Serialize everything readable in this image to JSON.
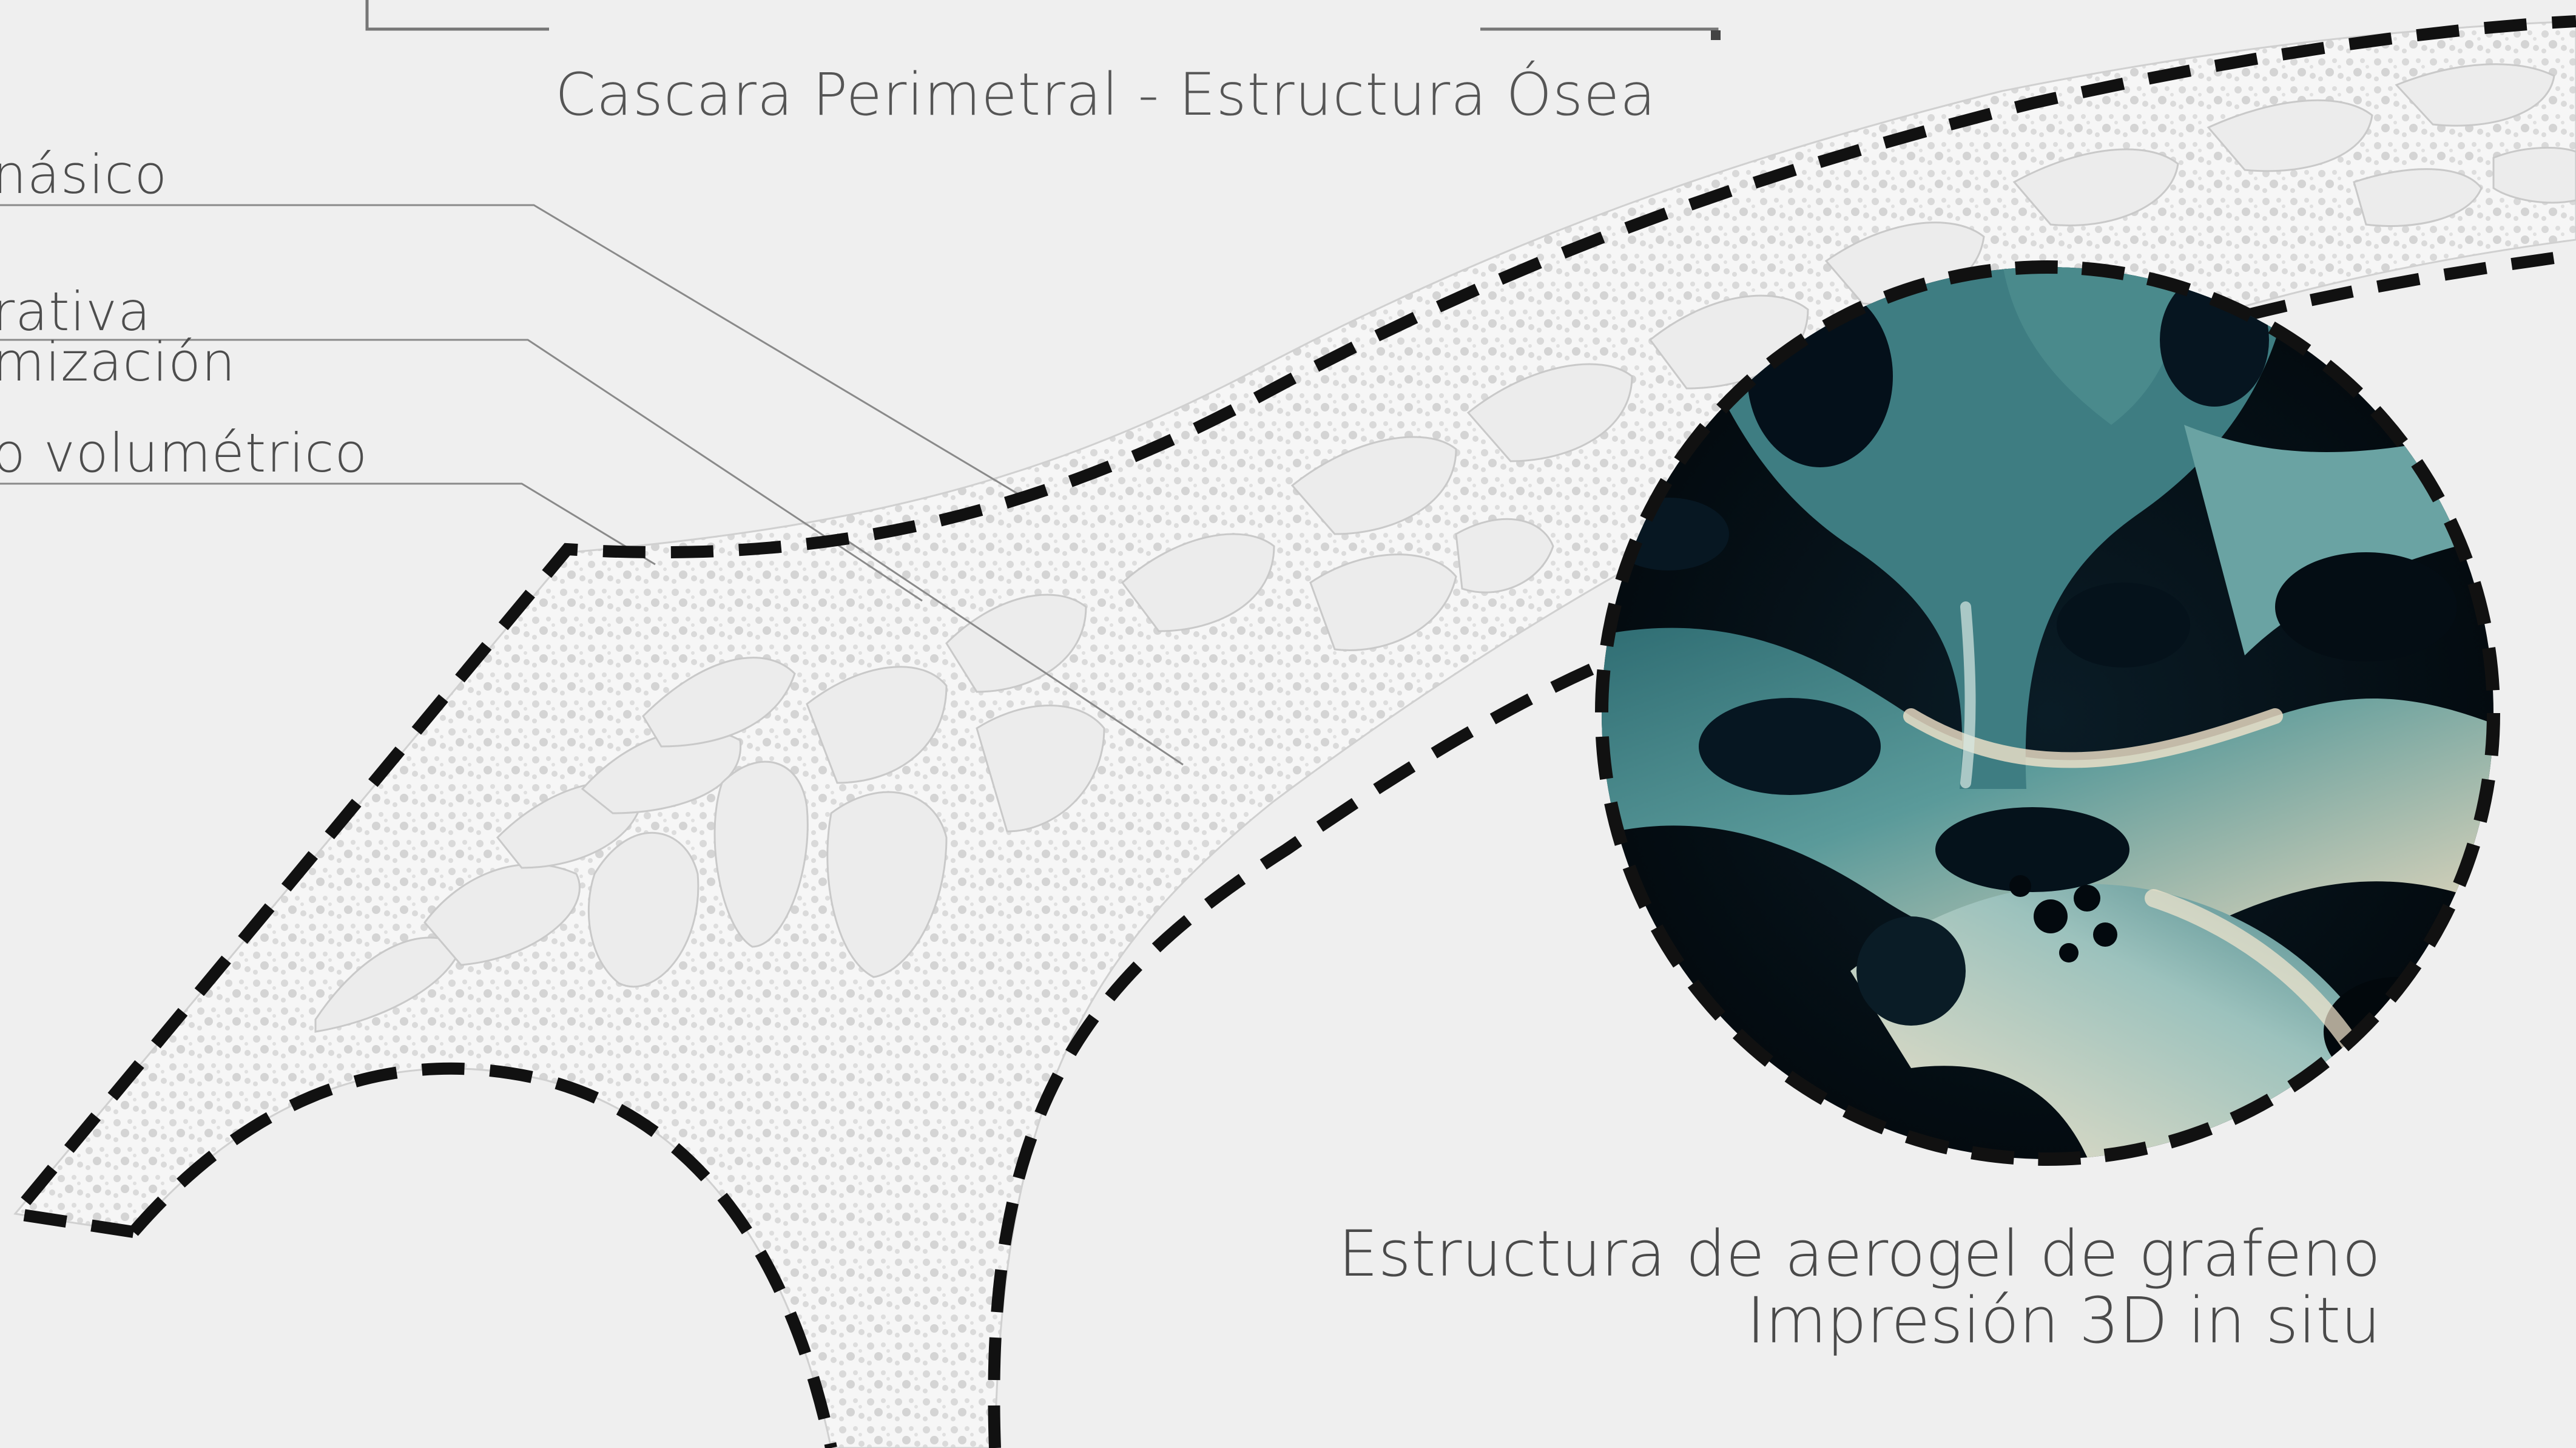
{
  "title": "Cascara Perimetral -  Estructura Ósea",
  "side_labels": [
    "násico",
    "rativa",
    "mización",
    "o volumétrico"
  ],
  "caption": {
    "line1": "Estructura de aerogel de grafeno",
    "line2": "Impresión 3D in situ"
  },
  "colors": {
    "background": "#efefef",
    "bone_fill": "#f7f7f7",
    "bone_pore": "#d6d6d6",
    "outline_dash": "#111111",
    "leader_line": "#8a8a8a",
    "aerogel_teal": "#3f7f84",
    "aerogel_cream": "#ecd9bd",
    "aerogel_void": "#06121a"
  }
}
